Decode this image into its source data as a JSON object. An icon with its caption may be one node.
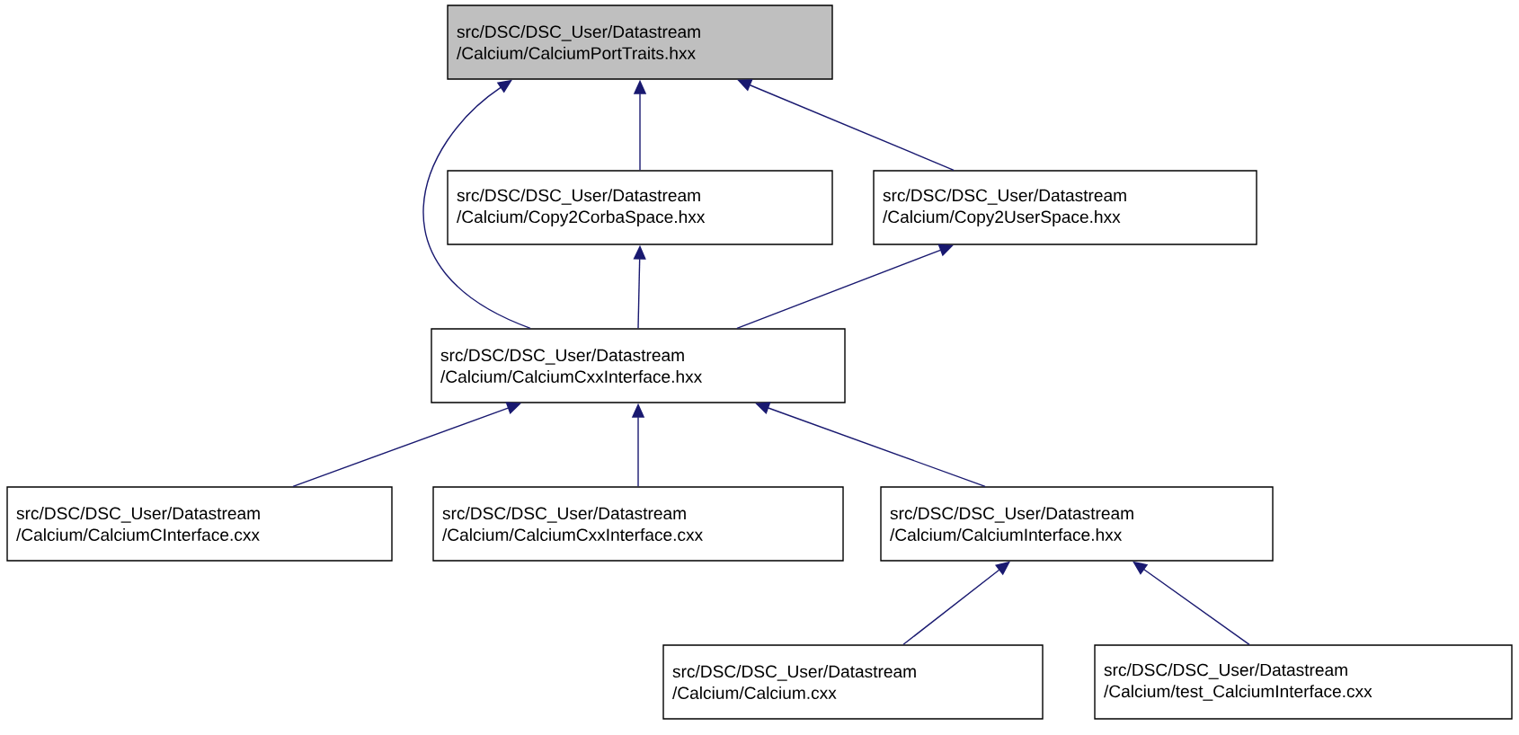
{
  "diagram": {
    "nodes": [
      {
        "text": [
          "src/DSC/DSC_User/Datastream /Calcium/CalciumPortTraits.hxx"
        ]
      },
      {
        "text": [
          "src/DSC/DSC_User/Datastream /Calcium/Copy2CorbaSpace.hxx"
        ]
      },
      {
        "text": [
          "src/DSC/DSC_User/Datastream /Calcium/Copy2UserSpace.hxx"
        ]
      },
      {
        "text": [
          "src/DSC/DSC_User/Datastream /Calcium/CalciumCxxInterface.hxx"
        ]
      },
      {
        "text": [
          "src/DSC/DSC_User/Datastream /Calcium/CalciumCInterface.cxx"
        ]
      },
      {
        "text": [
          "src/DSC/DSC_User/Datastream /Calcium/CalciumCxxInterface.cxx"
        ]
      },
      {
        "text": [
          "src/DSC/DSC_User/Datastream /Calcium/CalciumInterface.hxx"
        ]
      },
      {
        "text": [
          "src/DSC/DSC_User/Datastream /Calcium/Calcium.cxx"
        ]
      },
      {
        "text": [
          "src/DSC/DSC_User/Datastream /Calcium/test_CalciumInterface.cxx"
        ]
      }
    ],
    "edges": [
      {
        "from": 1,
        "to": 0,
        "arrow": "to"
      },
      {
        "from": 2,
        "to": 0,
        "arrow": "to"
      },
      {
        "from": 3,
        "to": 0,
        "arrow": "to"
      },
      {
        "from": 3,
        "to": 1,
        "arrow": "to"
      },
      {
        "from": 3,
        "to": 2,
        "arrow": "to"
      },
      {
        "from": 4,
        "to": 3,
        "arrow": "to"
      },
      {
        "from": 5,
        "to": 3,
        "arrow": "to"
      },
      {
        "from": 6,
        "to": 3,
        "arrow": "to"
      },
      {
        "from": 7,
        "to": 6,
        "arrow": "to"
      },
      {
        "from": 8,
        "to": 6,
        "arrow": "to"
      }
    ]
  }
}
